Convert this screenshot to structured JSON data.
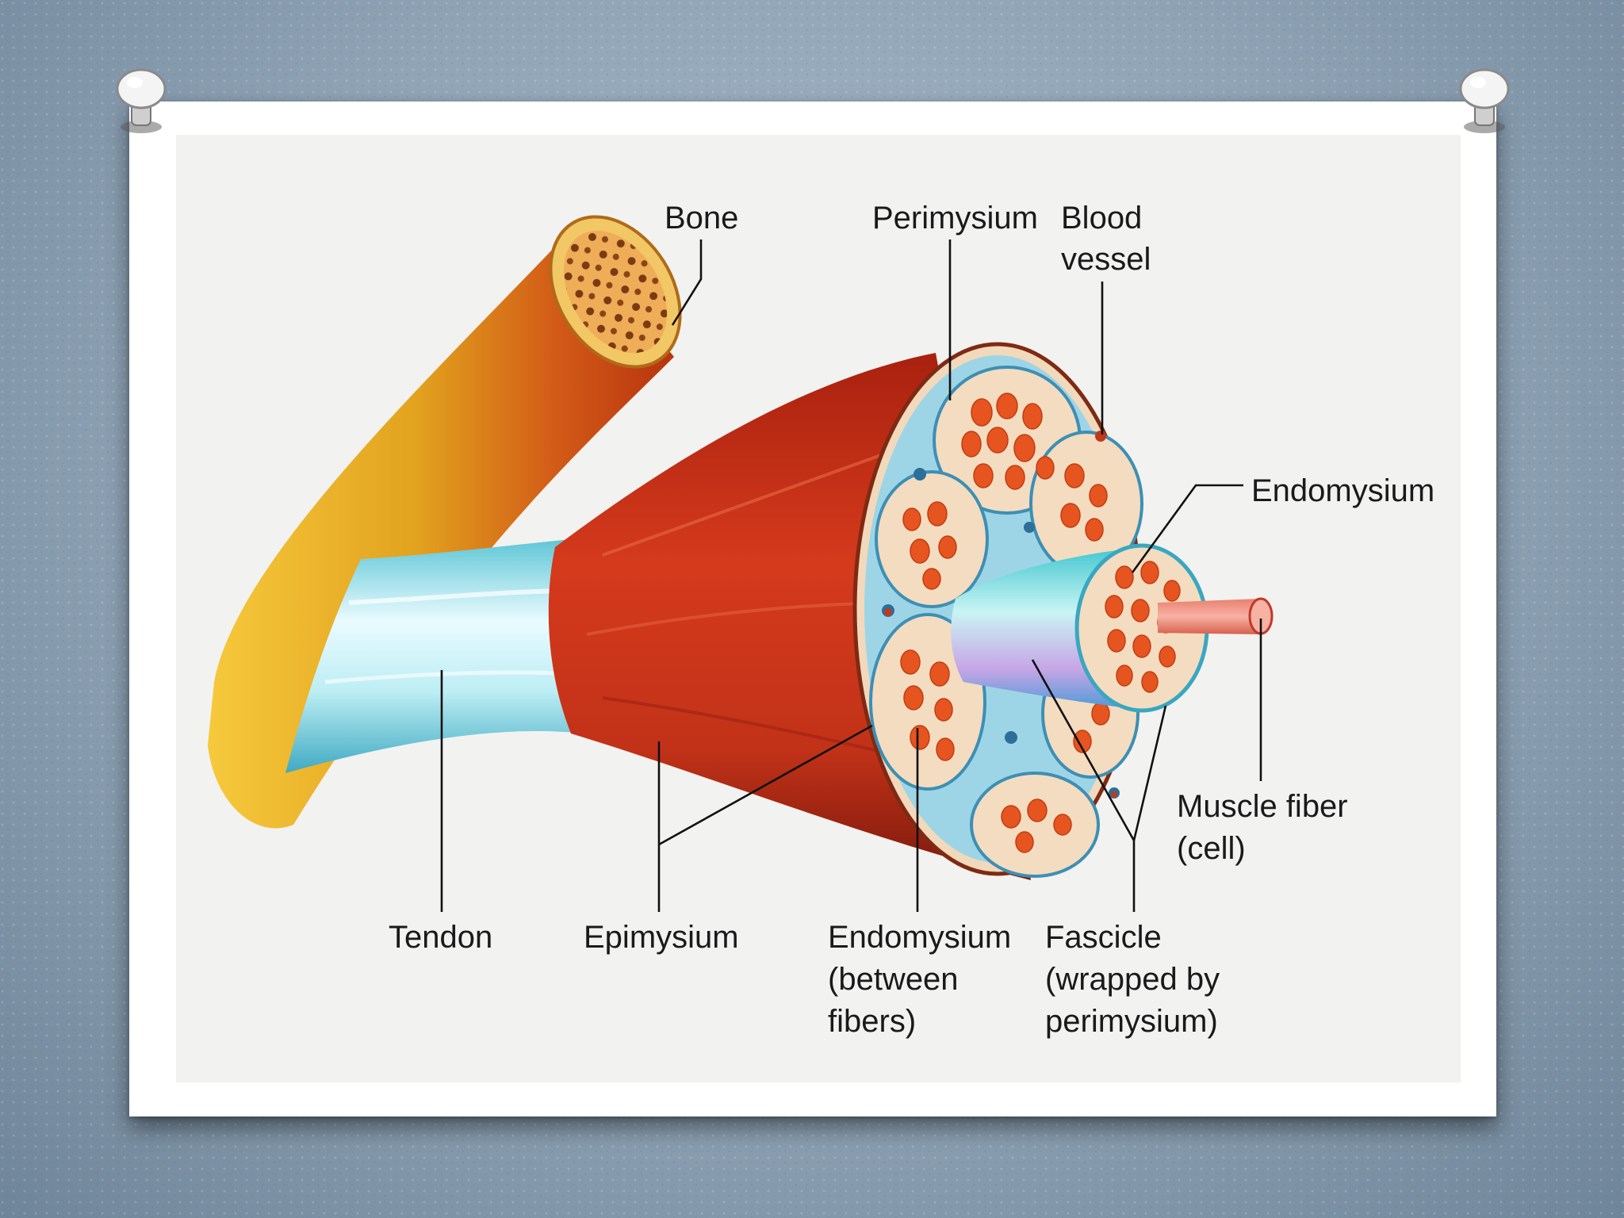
{
  "labels": {
    "bone": "Bone",
    "perimysium": "Perimysium",
    "blood_vessel_1": "Blood",
    "blood_vessel_2": "vessel",
    "endomysium_top": "Endomysium",
    "muscle_fiber_1": "Muscle fiber",
    "muscle_fiber_2": "(cell)",
    "tendon": "Tendon",
    "epimysium": "Epimysium",
    "endomysium_1": "Endomysium",
    "endomysium_2": "(between",
    "endomysium_3": "fibers)",
    "fascicle_1": "Fascicle",
    "fascicle_2": "(wrapped by",
    "fascicle_3": "perimysium)"
  },
  "colors": {
    "muscle": "#c8321a",
    "muscle_dark": "#8e1c10",
    "bone": "#e3a928",
    "tendon": "#8fd3e0",
    "connective": "#f4dcc0",
    "fiber": "#e0501e",
    "vessel": "#e77b6a"
  }
}
